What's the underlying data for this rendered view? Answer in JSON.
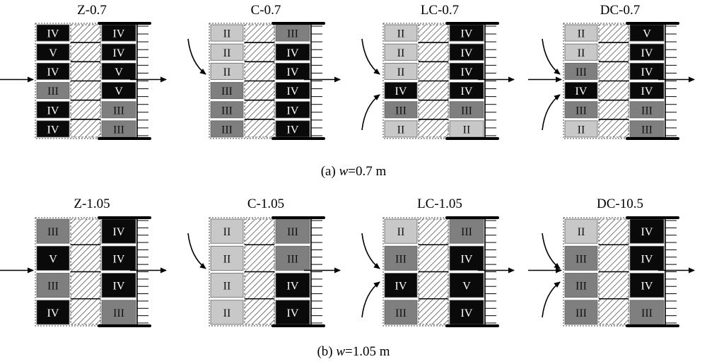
{
  "colors": {
    "II": "#c8c8c8",
    "III": "#7f7f7f",
    "IV": "#0a0a0a",
    "V": "#0a0a0a",
    "light_text": "#111111",
    "dark_text": "#ffffff"
  },
  "rows": [
    {
      "caption": {
        "prefix": "(a) ",
        "var": "w",
        "rest": "=0.7 m"
      },
      "diagrams": [
        {
          "title": "Z-0.7",
          "inflow": [
            "straight"
          ],
          "left": [
            "IV",
            "V",
            "IV",
            "III",
            "IV",
            "IV"
          ],
          "right": [
            "IV",
            "IV",
            "V",
            "V",
            "III",
            "III"
          ]
        },
        {
          "title": "C-0.7",
          "inflow": [
            "curve-top"
          ],
          "left": [
            "II",
            "II",
            "II",
            "III",
            "III",
            "III"
          ],
          "right": [
            "III",
            "IV",
            "IV",
            "IV",
            "IV",
            "IV"
          ]
        },
        {
          "title": "LC-0.7",
          "inflow": [
            "curve-top",
            "curve-bottom"
          ],
          "left": [
            "II",
            "II",
            "II",
            "IV",
            "III",
            "II"
          ],
          "right": [
            "IV",
            "IV",
            "IV",
            "IV",
            "III",
            "II"
          ]
        },
        {
          "title": "DC-0.7",
          "inflow": [
            "curve-top",
            "straight",
            "curve-bottom"
          ],
          "left": [
            "II",
            "II",
            "III",
            "IV",
            "III",
            "II"
          ],
          "right": [
            "V",
            "IV",
            "IV",
            "IV",
            "III",
            "III"
          ]
        }
      ]
    },
    {
      "caption": {
        "prefix": "(b) ",
        "var": "w",
        "rest": "=1.05 m"
      },
      "diagrams": [
        {
          "title": "Z-1.05",
          "inflow": [
            "straight"
          ],
          "left": [
            "III",
            "V",
            "III",
            "IV"
          ],
          "right": [
            "IV",
            "IV",
            "IV",
            "III"
          ]
        },
        {
          "title": "C-1.05",
          "inflow": [
            "curve-top"
          ],
          "left": [
            "II",
            "II",
            "II",
            "II"
          ],
          "right": [
            "III",
            "III",
            "IV",
            "IV"
          ]
        },
        {
          "title": "LC-1.05",
          "inflow": [
            "curve-top",
            "curve-bottom"
          ],
          "left": [
            "II",
            "III",
            "IV",
            "III"
          ],
          "right": [
            "III",
            "IV",
            "V",
            "IV"
          ]
        },
        {
          "title": "DC-10.5",
          "inflow": [
            "curve-top",
            "straight",
            "curve-bottom"
          ],
          "left": [
            "II",
            "III",
            "III",
            "III"
          ],
          "right": [
            "IV",
            "IV",
            "IV",
            "III"
          ]
        }
      ]
    }
  ]
}
